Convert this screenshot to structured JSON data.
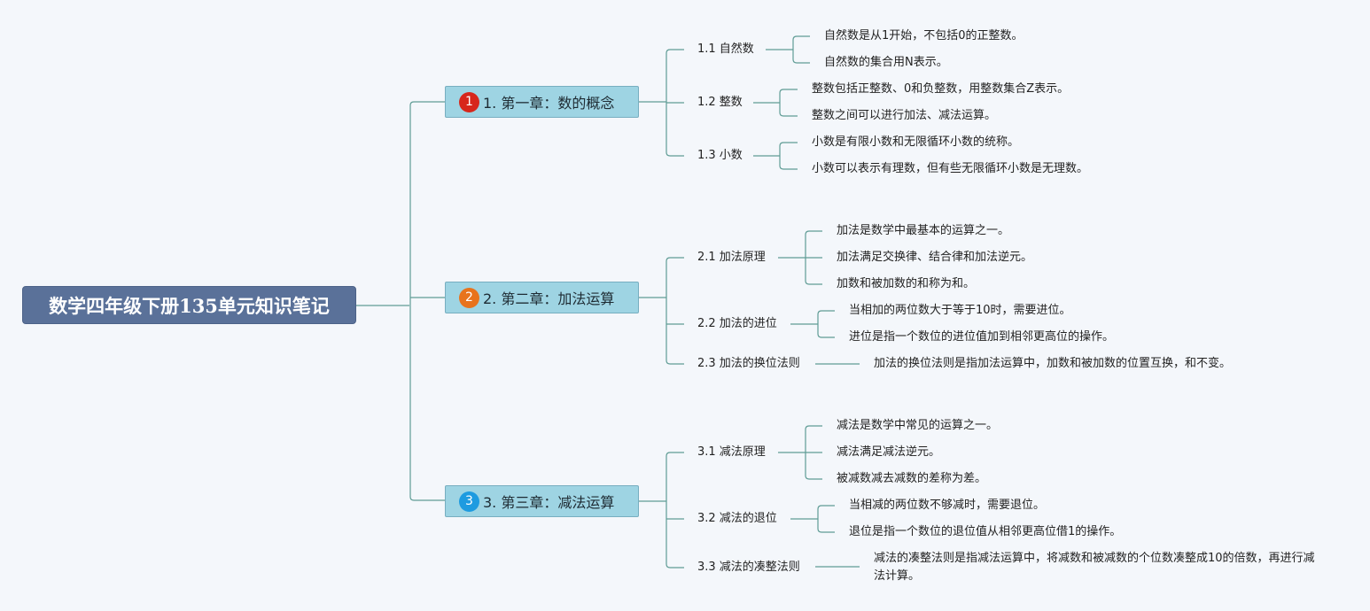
{
  "root": "数学四年级下册135单元知识笔记",
  "colors": {
    "badge1": "#d7261b",
    "badge2": "#e8731c",
    "badge3": "#1e9be0",
    "line": "#5f9c95"
  },
  "chapters": [
    {
      "badge": "1",
      "label": "1. 第一章：数的概念",
      "sections": [
        {
          "label": "1.1 自然数",
          "leaves": [
            "自然数是从1开始，不包括0的正整数。",
            "自然数的集合用N表示。"
          ]
        },
        {
          "label": "1.2 整数",
          "leaves": [
            "整数包括正整数、0和负整数，用整数集合Z表示。",
            "整数之间可以进行加法、减法运算。"
          ]
        },
        {
          "label": "1.3 小数",
          "leaves": [
            "小数是有限小数和无限循环小数的统称。",
            "小数可以表示有理数，但有些无限循环小数是无理数。"
          ]
        }
      ]
    },
    {
      "badge": "2",
      "label": "2. 第二章：加法运算",
      "sections": [
        {
          "label": "2.1 加法原理",
          "leaves": [
            "加法是数学中最基本的运算之一。",
            "加法满足交换律、结合律和加法逆元。",
            "加数和被加数的和称为和。"
          ]
        },
        {
          "label": "2.2 加法的进位",
          "leaves": [
            "当相加的两位数大于等于10时，需要进位。",
            "进位是指一个数位的进位值加到相邻更高位的操作。"
          ]
        },
        {
          "label": "2.3 加法的换位法则",
          "leaves": [
            "加法的换位法则是指加法运算中，加数和被加数的位置互换，和不变。"
          ]
        }
      ]
    },
    {
      "badge": "3",
      "label": "3. 第三章：减法运算",
      "sections": [
        {
          "label": "3.1 减法原理",
          "leaves": [
            "减法是数学中常见的运算之一。",
            "减法满足减法逆元。",
            "被减数减去减数的差称为差。"
          ]
        },
        {
          "label": "3.2 减法的退位",
          "leaves": [
            "当相减的两位数不够减时，需要退位。",
            "退位是指一个数位的退位值从相邻更高位借1的操作。"
          ]
        },
        {
          "label": "3.3 减法的凑整法则",
          "leaves": [
            "减法的凑整法则是指减法运算中，将减数和被减数的个位数凑整成10的倍数，再进行减法计算。"
          ]
        }
      ]
    }
  ]
}
